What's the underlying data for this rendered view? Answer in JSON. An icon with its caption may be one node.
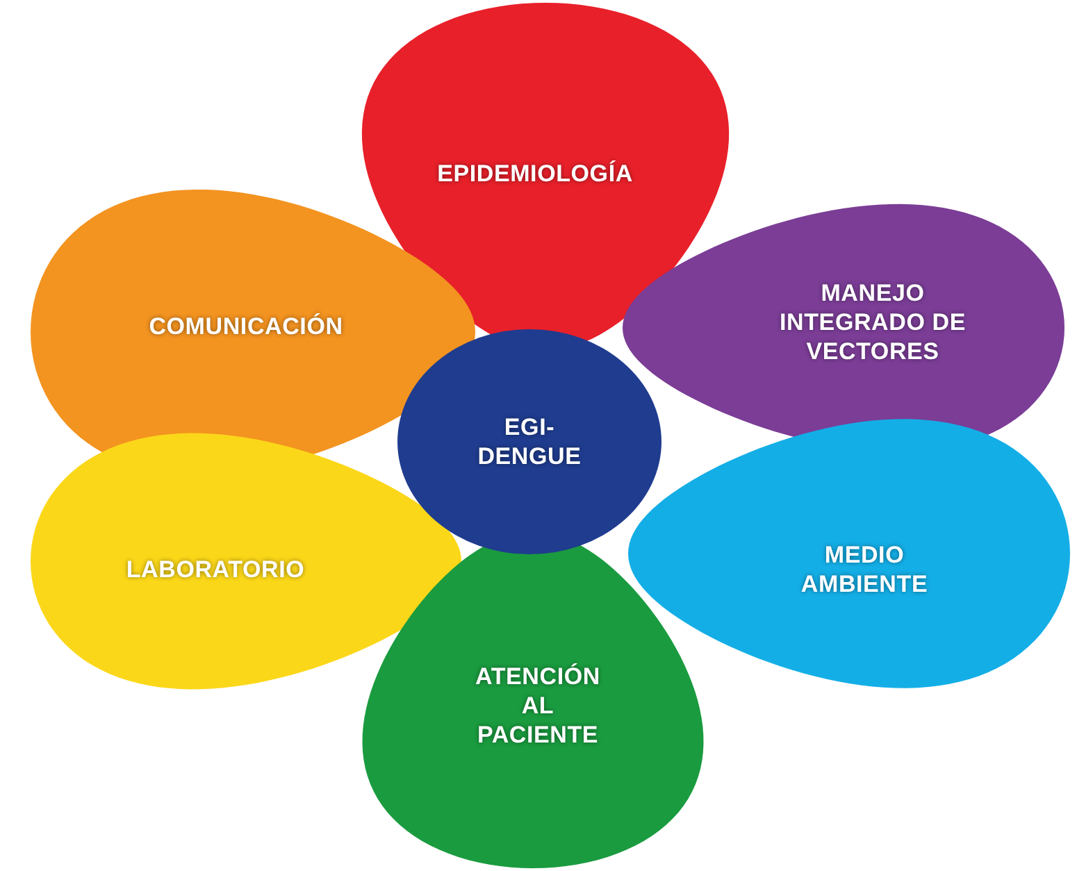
{
  "diagram": {
    "nodes": [
      {
        "text": [
          "EPIDEMIOLOGÍA"
        ]
      },
      {
        "text": [
          "COMUNICACIÓN"
        ]
      },
      {
        "text": [
          "MANEJO INTEGRADO DE VECTORES"
        ]
      },
      {
        "text": [
          "EGI-DENGUE"
        ]
      },
      {
        "text": [
          "LABORATORIO"
        ]
      },
      {
        "text": [
          "MEDIO AMBIENTE"
        ]
      },
      {
        "text": [
          "ATENCIÓN AL PACIENTE"
        ]
      }
    ]
  }
}
